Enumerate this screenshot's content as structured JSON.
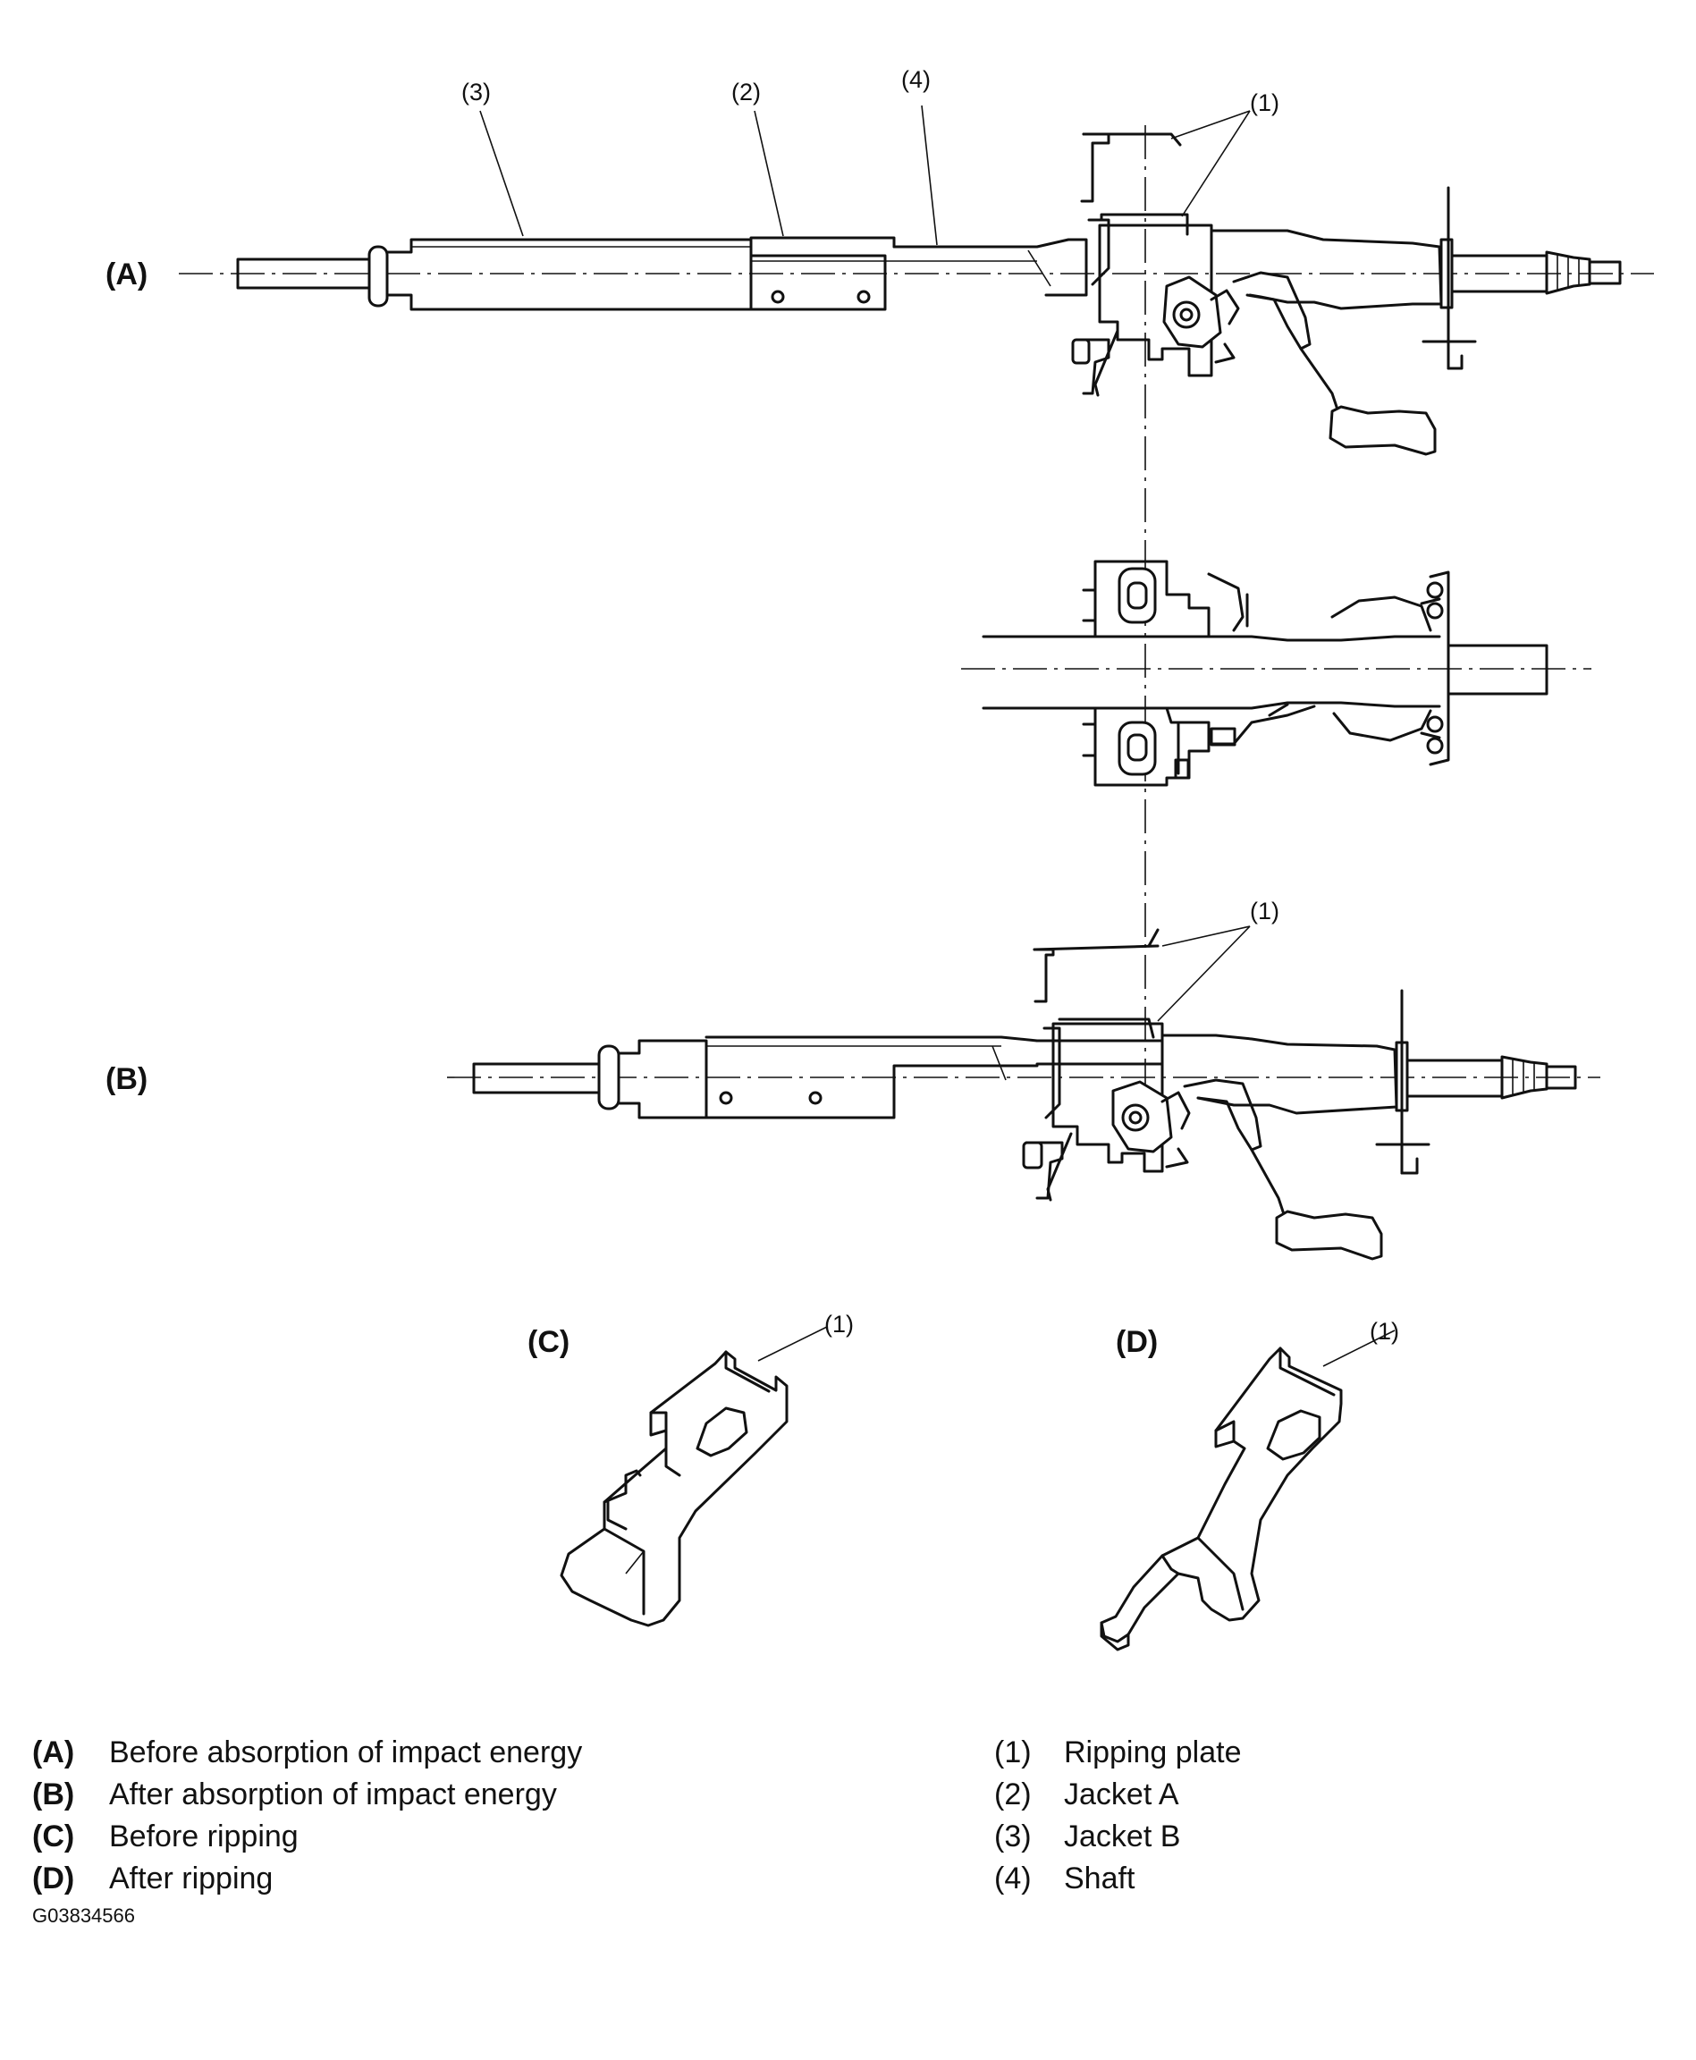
{
  "views": {
    "a": "(A)",
    "b": "(B)",
    "c": "(C)",
    "d": "(D)"
  },
  "callouts": {
    "c1": "(1)",
    "c2": "(2)",
    "c3": "(3)",
    "c4": "(4)"
  },
  "legend_left": [
    {
      "key": "(A)",
      "text": "Before absorption of impact energy"
    },
    {
      "key": "(B)",
      "text": "After absorption of impact energy"
    },
    {
      "key": "(C)",
      "text": "Before ripping"
    },
    {
      "key": "(D)",
      "text": "After ripping"
    }
  ],
  "legend_right": [
    {
      "key": "(1)",
      "text": "Ripping plate"
    },
    {
      "key": "(2)",
      "text": "Jacket A"
    },
    {
      "key": "(3)",
      "text": "Jacket B"
    },
    {
      "key": "(4)",
      "text": "Shaft"
    }
  ],
  "figure_id": "G03834566"
}
